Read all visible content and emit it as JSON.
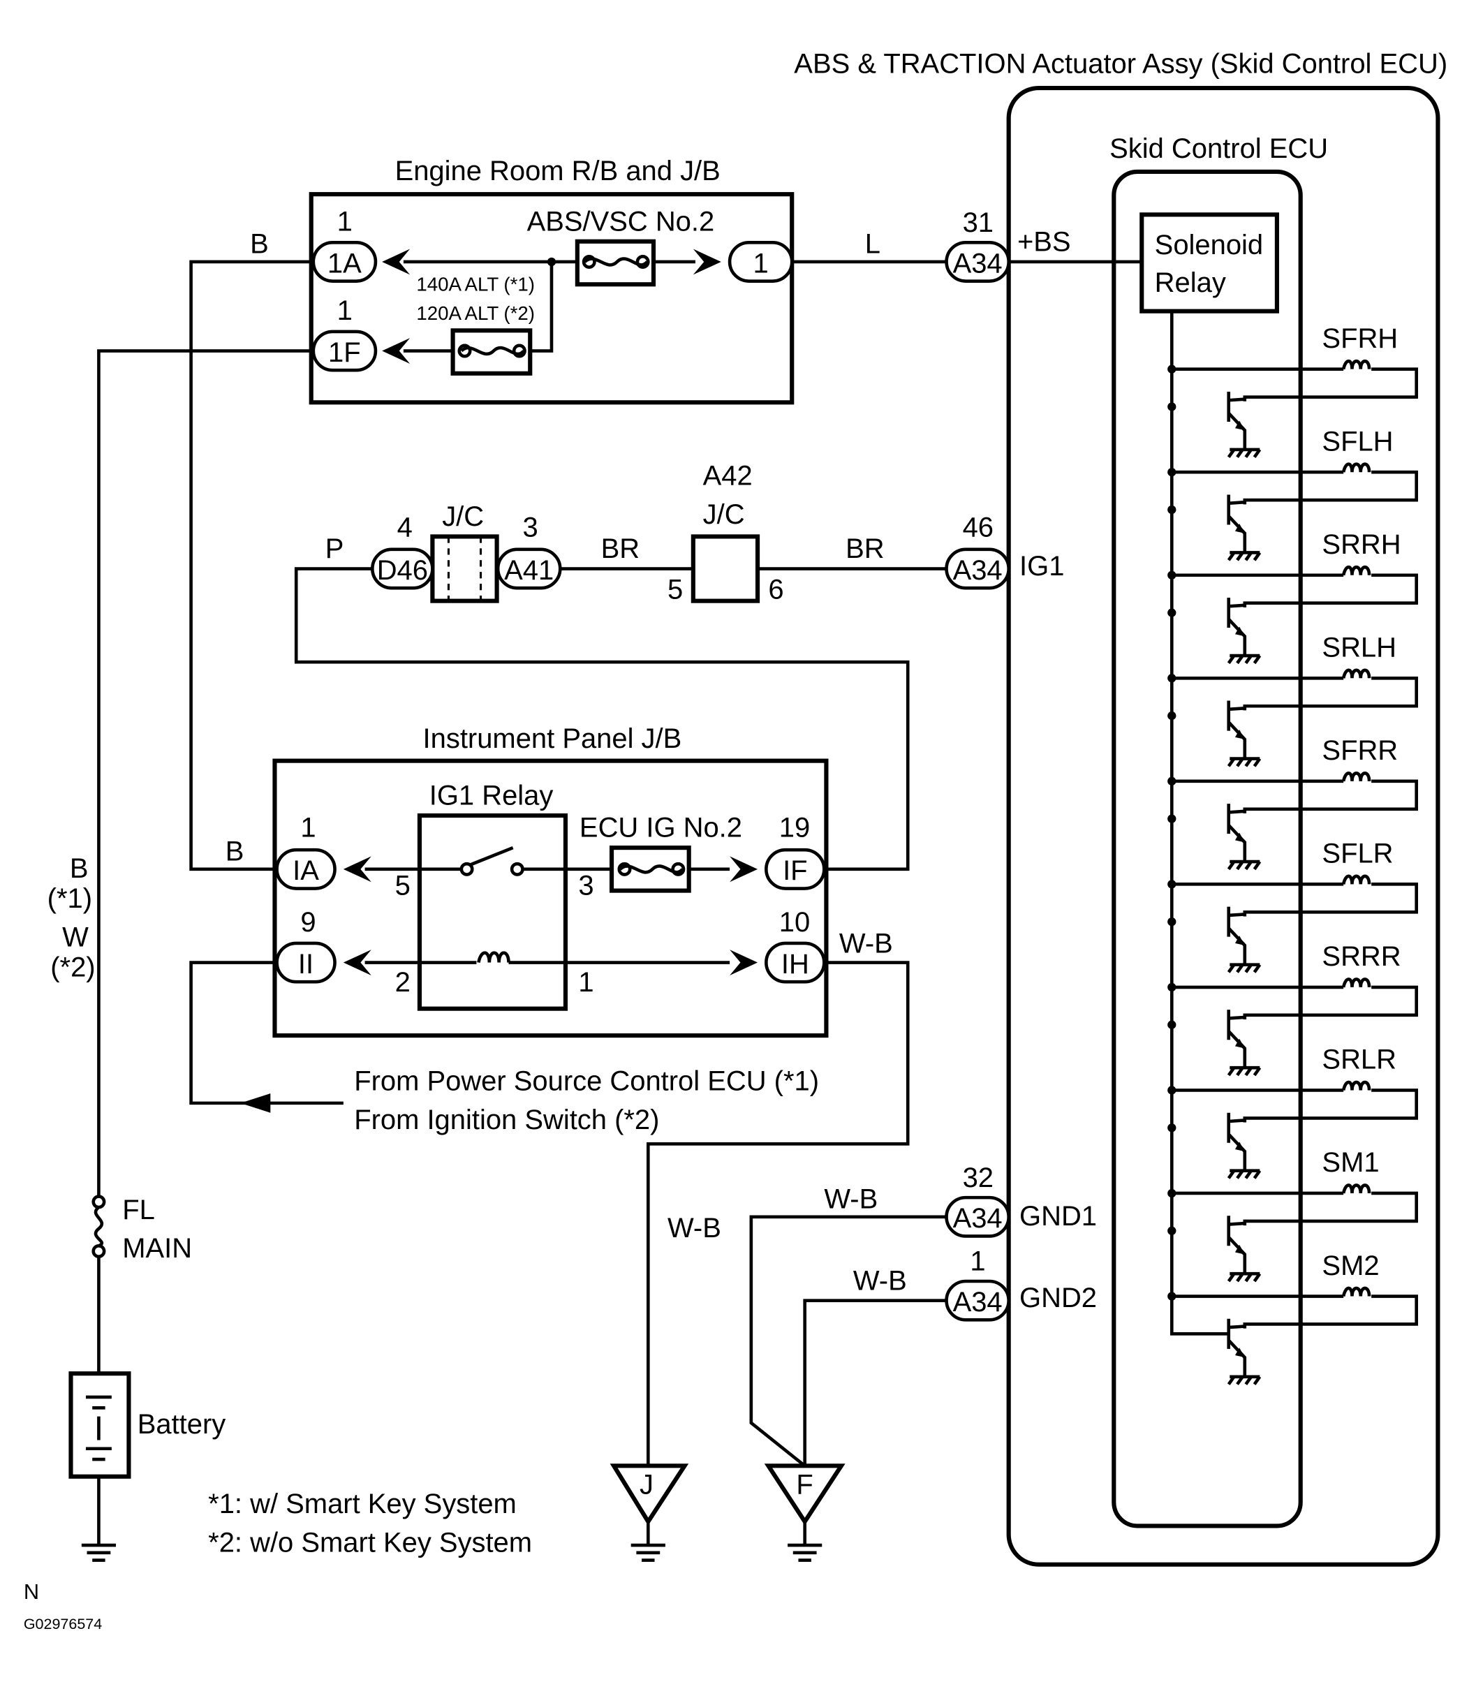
{
  "assembly_title": "ABS & TRACTION Actuator Assy (Skid Control ECU)",
  "ecu_title": "Skid Control ECU",
  "solenoid_relay": [
    "Solenoid",
    "Relay"
  ],
  "engine_room_jb": {
    "title": "Engine Room R/B and J/B",
    "fuse_main": "ABS/VSC No.2",
    "alt_140": "140A ALT (*1)",
    "alt_120": "120A ALT (*2)",
    "conn_1a": "1A",
    "conn_1f": "1F",
    "conn_out": "1",
    "pin_1a": "1",
    "pin_1f": "1"
  },
  "instrument_panel_jb": {
    "title": "Instrument Panel J/B",
    "relay": "IG1 Relay",
    "fuse": "ECU IG No.2",
    "conn_ia": "IA",
    "conn_ii": "II",
    "conn_if": "IF",
    "conn_ih": "IH",
    "pin_ia": "1",
    "pin_ii": "9",
    "pin_if": "19",
    "pin_ih": "10",
    "relay_pins": [
      "5",
      "3",
      "2",
      "1"
    ]
  },
  "jc": {
    "label": "J/C",
    "d46": "D46",
    "a41": "A41",
    "pin_d46": "4",
    "pin_a41": "3",
    "a42_id": "A42",
    "a42_label": "J/C",
    "pin_5": "5",
    "pin_6": "6"
  },
  "ecu_pins": {
    "bs": {
      "num": "31",
      "conn": "A34",
      "label": "+BS"
    },
    "ig1": {
      "num": "46",
      "conn": "A34",
      "label": "IG1"
    },
    "gnd1": {
      "num": "32",
      "conn": "A34",
      "label": "GND1"
    },
    "gnd2": {
      "num": "1",
      "conn": "A34",
      "label": "GND2"
    }
  },
  "solenoids": [
    "SFRH",
    "SFLH",
    "SRRH",
    "SRLH",
    "SFRR",
    "SFLR",
    "SRRR",
    "SRLR",
    "SM1",
    "SM2"
  ],
  "wires": {
    "b_top": "B",
    "b_mid": "B",
    "l": "L",
    "p": "P",
    "br1": "BR",
    "br2": "BR",
    "wb_ih": "W-B",
    "wb_j": "W-B",
    "wb_gnd1": "W-B",
    "wb_gnd2": "W-B",
    "left_b": "B",
    "left_b_note": "(*1)",
    "left_w": "W",
    "left_w_note": "(*2)"
  },
  "from_line1": "From Power Source Control ECU (*1)",
  "from_line2": "From Ignition Switch (*2)",
  "fl_main": [
    "FL",
    "MAIN"
  ],
  "battery": "Battery",
  "ground_j": "J",
  "ground_f": "F",
  "footnote1": "*1: w/ Smart Key System",
  "footnote2": "*2: w/o Smart Key System",
  "corner_n": "N",
  "figure_id": "G02976574"
}
